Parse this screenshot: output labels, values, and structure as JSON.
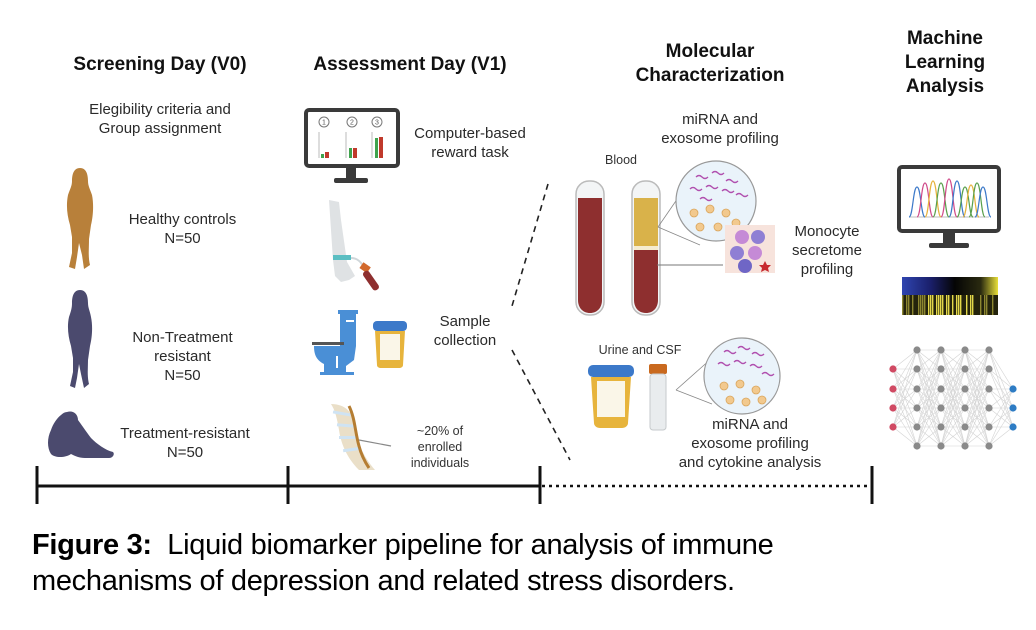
{
  "stages": [
    {
      "id": "screening",
      "title": "Screening Day (V0)"
    },
    {
      "id": "assessment",
      "title": "Assessment Day (V1)"
    },
    {
      "id": "molecular",
      "title_lines": [
        "Molecular",
        "Characterization"
      ]
    },
    {
      "id": "ml",
      "title_lines": [
        "Machine",
        "Learning",
        "Analysis"
      ]
    }
  ],
  "screening": {
    "subtitle_lines": [
      "Elegibility criteria and",
      "Group assignment"
    ],
    "groups": [
      {
        "name_lines": [
          "Healthy controls"
        ],
        "n": "N=50",
        "color": "#B8803A",
        "icon": "standing-person-icon"
      },
      {
        "name_lines": [
          "Non-Treatment",
          "resistant"
        ],
        "n": "N=50",
        "color": "#4B4A6E",
        "icon": "standing-person-icon"
      },
      {
        "name_lines": [
          "Treatment-resistant"
        ],
        "n": "N=50",
        "color": "#4B4A6E",
        "icon": "sitting-person-icon"
      }
    ]
  },
  "assessment": {
    "task_lines": [
      "Computer-based",
      "reward task"
    ],
    "task_steps": [
      "1",
      "2",
      "3"
    ],
    "sample_lines": [
      "Sample",
      "collection"
    ],
    "csf_note_lines": [
      "~20% of",
      "enrolled",
      "individuals"
    ]
  },
  "molecular": {
    "blood_label": "Blood",
    "blood_profiling_lines": [
      "miRNA and",
      "exosome profiling"
    ],
    "monocyte_lines": [
      "Monocyte",
      "secretome",
      "profiling"
    ],
    "urine_label": "Urine and CSF",
    "urine_profiling_lines": [
      "miRNA and",
      "exosome profiling",
      "and cytokine analysis"
    ]
  },
  "colors": {
    "blood": "#8E2F2F",
    "plasma": "#D9B24A",
    "urine": "#E7B43C",
    "cap_blue": "#3C79C9",
    "cap_orange": "#C9691E",
    "toilet": "#4A8FD6",
    "nn_input": "#D04A63",
    "nn_hidden": "#8A8A8A",
    "nn_output": "#2E7CC4"
  },
  "caption": {
    "label": "Figure 3:",
    "text_line1": "Liquid biomarker pipeline for analysis of immune",
    "text_line2": "mechanisms of depression and related stress disorders."
  }
}
